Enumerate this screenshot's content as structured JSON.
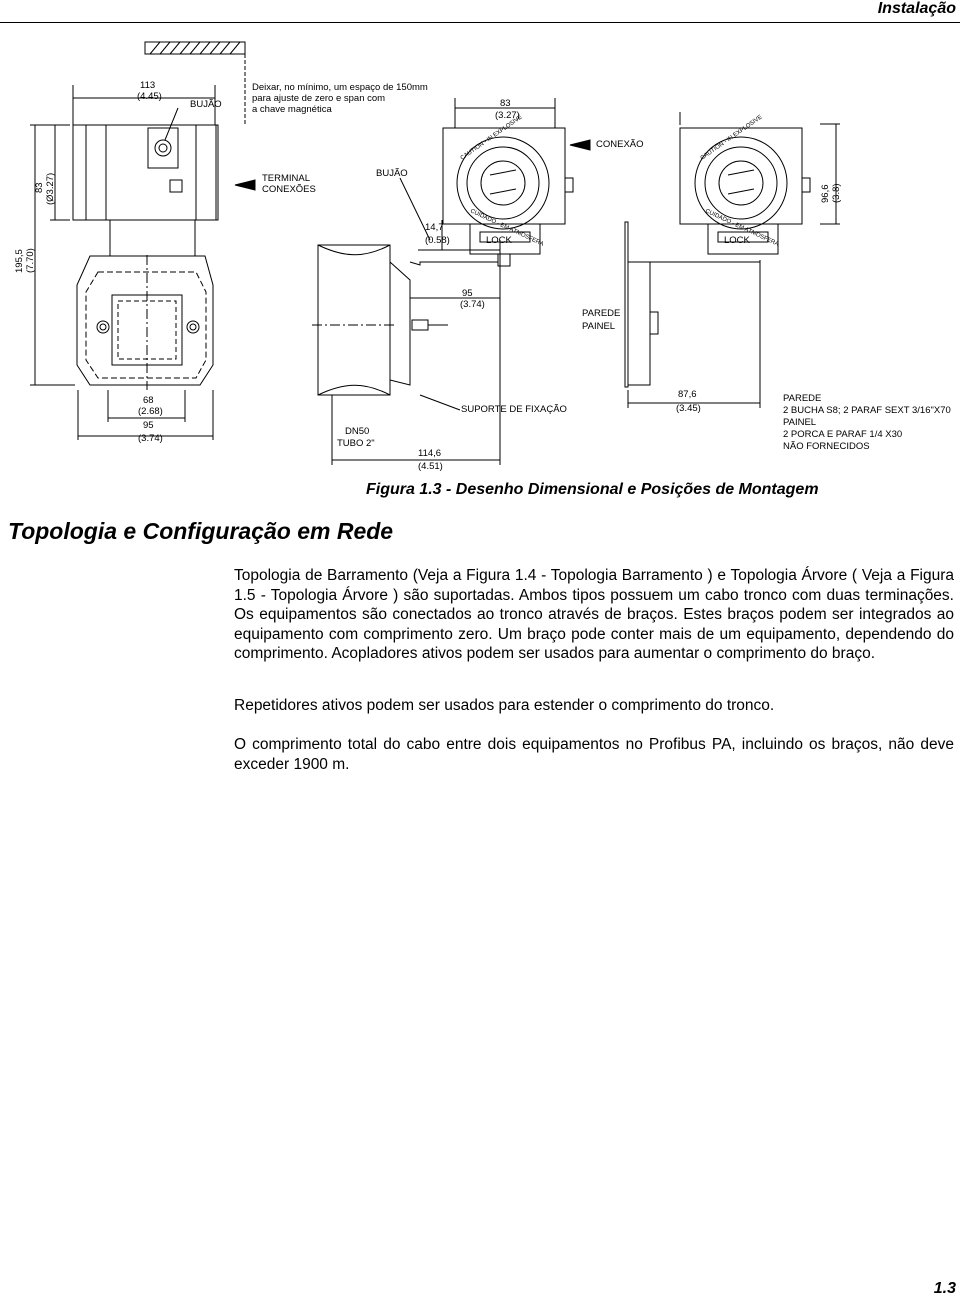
{
  "header": {
    "title": "Instalação"
  },
  "drawing": {
    "dims": {
      "d113": "113",
      "d113_in": "(4.45)",
      "d83_top": "83",
      "d83_top_in": "(3.27)",
      "d83_side": "83",
      "d83_side_in": "(Ø3.27)",
      "d195": "195,5",
      "d195_in": "(7.70)",
      "d14": "14,7",
      "d14_in": "(0.58)",
      "d95_mid": "95",
      "d95_mid_in": "(3.74)",
      "d68": "68",
      "d68_in": "(2.68)",
      "d95_bot": "95",
      "d95_bot_in": "(3.74)",
      "d114": "114,6",
      "d114_in": "(4.51)",
      "d87": "87,6",
      "d87_in": "(3.45)",
      "d96": "96,6",
      "d96_in": "(3.8)"
    },
    "labels": {
      "note_line1": "Deixar, no mínimo, um espaço de 150mm",
      "note_line2": "para ajuste de zero e span com",
      "note_line3": "a chave magnética",
      "bujao_1": "BUJÃO",
      "bujao_2": "BUJÃO",
      "terminal_1": "TERMINAL",
      "terminal_2": "CONEXÕES",
      "conexao": "CONEXÃO",
      "parede": "PAREDE",
      "painel": "PAINEL",
      "suporte": "SUPORTE DE FIXAÇÃO",
      "dn50": "DN50",
      "tubo": "TUBO 2\"",
      "lock_1": "LOCK",
      "lock_2": "LOCK",
      "note2_line1": "PAREDE",
      "note2_line2": "2 BUCHA S8; 2 PARAF SEXT 3/16\"X70",
      "note2_line3": "PAINEL",
      "note2_line4": "2 PORCA E PARAF 1/4 X30",
      "note2_line5": "NÃO FORNECIDOS"
    }
  },
  "caption": "Figura 1.3 - Desenho Dimensional e Posições de Montagem",
  "section_title": "Topologia e Configuração em Rede",
  "paragraphs": [
    "Topologia de Barramento (Veja a Figura 1.4 - Topologia Barramento ) e Topologia Árvore ( Veja a Figura 1.5 - Topologia Árvore ) são suportadas. Ambos tipos possuem um cabo tronco com duas terminações. Os equipamentos são conectados ao tronco através de braços. Estes braços podem ser integrados ao equipamento com comprimento zero. Um braço pode conter mais de um equipamento, dependendo do comprimento. Acopladores ativos podem ser usados para aumentar o comprimento do braço.",
    "Repetidores ativos podem ser usados para estender o comprimento do tronco.",
    "O comprimento total do cabo entre dois equipamentos no Profibus PA, incluindo os braços, não deve exceder 1900 m."
  ],
  "footer": {
    "page": "1.3"
  }
}
